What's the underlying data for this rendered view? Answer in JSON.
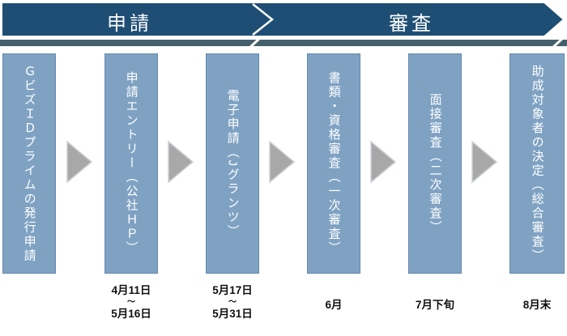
{
  "diagram": {
    "phases": [
      {
        "label": "申請"
      },
      {
        "label": "審査"
      }
    ],
    "steps": [
      {
        "label": "ＧビズＩＤプライムの発行申請",
        "schedule": []
      },
      {
        "label": "申請エントリー（公社ＨＰ）",
        "schedule": [
          "4月11日",
          "～",
          "5月16日"
        ]
      },
      {
        "label": "電子申請（Jグランツ）",
        "schedule": [
          "5月17日",
          "～",
          "5月31日"
        ]
      },
      {
        "label": "書類・資格審査（一次審査）",
        "schedule": [
          "6月"
        ]
      },
      {
        "label": "面接審査（二次審査）",
        "schedule": [
          "7月下旬"
        ]
      },
      {
        "label": "助成対象者の決定（総合審査）",
        "schedule": [
          "8月末"
        ]
      }
    ],
    "colors": {
      "banner": "#1f4e74",
      "strip": "#44606c",
      "box": "#7fa2c3",
      "arrow": "#a8a8a8",
      "date_text": "#111111"
    }
  }
}
